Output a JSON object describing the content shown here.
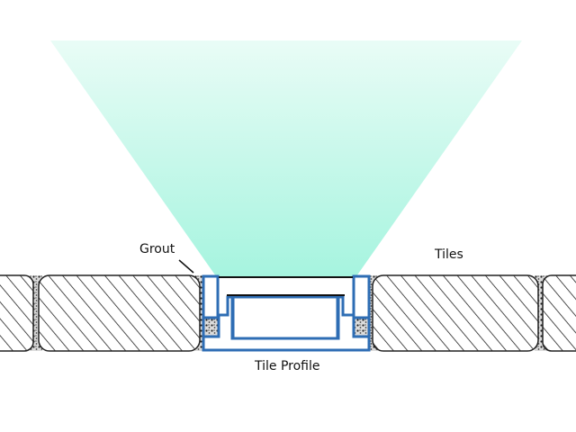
{
  "labels": {
    "grout": "Grout",
    "tiles": "Tiles",
    "tile_profile": "Tile Profile"
  },
  "colors": {
    "light_top": "#e9fcf6",
    "light_bottom": "#a6f4df",
    "profile": "#2e6db4",
    "tile_hatch": "#222222"
  }
}
